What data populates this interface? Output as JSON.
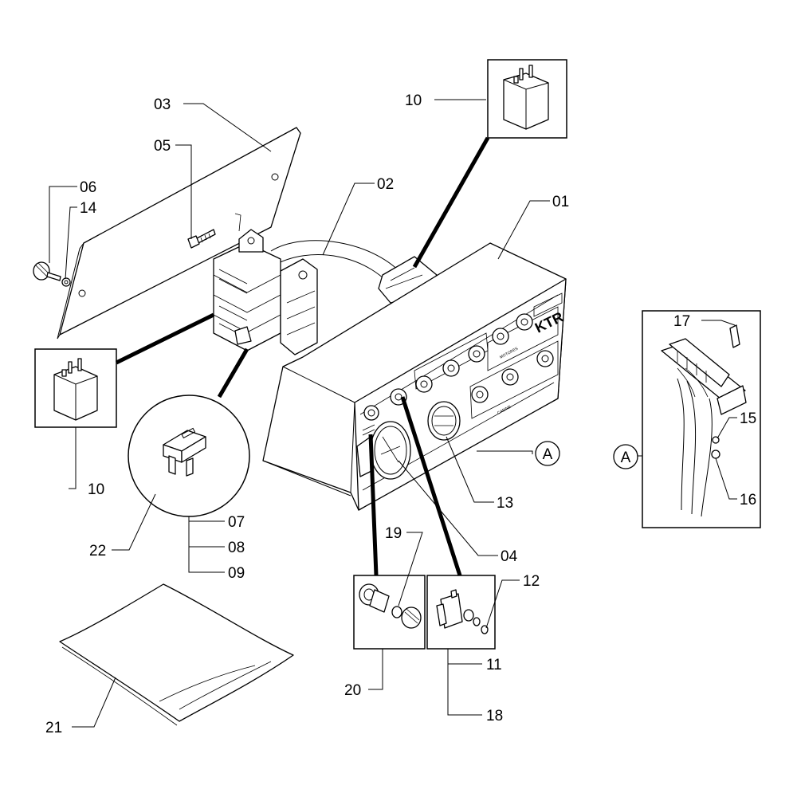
{
  "callouts": {
    "c01": "01",
    "c02": "02",
    "c03": "03",
    "c04": "04",
    "c05": "05",
    "c06": "06",
    "c07": "07",
    "c08": "08",
    "c09": "09",
    "c10_top": "10",
    "c10_left": "10",
    "c11": "11",
    "c12": "12",
    "c13": "13",
    "c14": "14",
    "c15": "15",
    "c16": "16",
    "c17": "17",
    "c18": "18",
    "c19": "19",
    "c20": "20",
    "c21": "21",
    "c22": "22"
  },
  "detail_ref": {
    "panel_marker": "A",
    "detail_marker": "A"
  },
  "panel_text": {
    "brand": "KTR",
    "group_motors": "MOTORES",
    "group_cabin": "CABINE"
  }
}
